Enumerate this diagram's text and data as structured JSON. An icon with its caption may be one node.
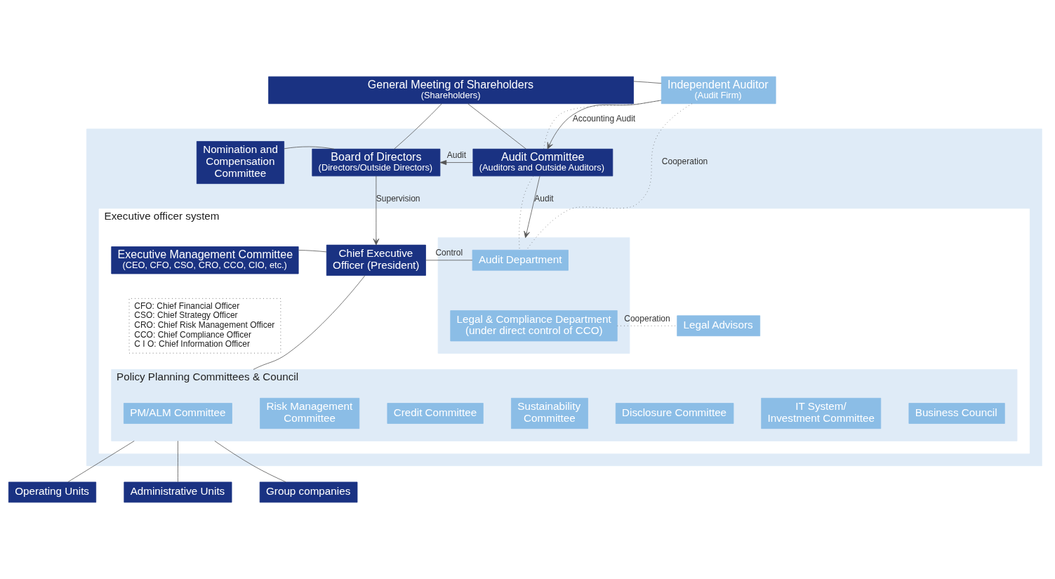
{
  "diagram": {
    "nodes": [
      {
        "text": [
          "General Meeting of Shareholders",
          "(Shareholders)"
        ]
      },
      {
        "text": [],
        "shape": "box"
      },
      {
        "text": [
          "Nomination and Compensation Committee"
        ],
        "in": 1
      },
      {
        "text": [
          "Board of Directors",
          "(Directors/Outside Directors)"
        ],
        "in": 1
      },
      {
        "text": [
          "Audit Committee",
          "(Auditors and Outside Auditors)"
        ],
        "in": 1
      },
      {
        "text": [
          "Independent Auditor",
          "(Audit Firm)"
        ]
      },
      {
        "text": [
          "Executive officer system"
        ],
        "in": 1
      },
      {
        "text": [
          "Executive Management Committee",
          "(CEO, CFO, CSO, CRO, CCO, CIO, etc.)"
        ],
        "in": 6
      },
      {
        "text": [
          "CFO: Chief Financial Officer",
          "CSO: Chief Strategy Officer",
          "CRO: Chief Risk Management Officer",
          "CCO: Chief Compliance Officer",
          "C I O: Chief Information Officer"
        ],
        "in": 6
      },
      {
        "text": [
          "Chief Executive Officer (President)"
        ],
        "in": 6
      },
      {
        "text": [],
        "shape": "box",
        "in": 6
      },
      {
        "text": [
          "Audit Department"
        ],
        "in": 10
      },
      {
        "text": [
          "Legal & Compliance Department (under direct control of CCO)"
        ],
        "in": 10
      },
      {
        "text": [
          "Legal Advisors"
        ],
        "in": 6
      },
      {
        "text": [
          "Policy Planning Committees & Council"
        ],
        "in": 6
      },
      {
        "text": [
          "PM/ALM Committee"
        ],
        "in": 14
      },
      {
        "text": [
          "Risk Management Committee"
        ],
        "in": 14
      },
      {
        "text": [
          "Credit Committee"
        ],
        "in": 14
      },
      {
        "text": [
          "Sustainability Committee"
        ],
        "in": 14
      },
      {
        "text": [
          "Disclosure Committee"
        ],
        "in": 14
      },
      {
        "text": [
          "IT System/ Investment Committee"
        ],
        "in": 14
      },
      {
        "text": [
          "Business Council"
        ],
        "in": 14
      },
      {
        "text": [
          "Operating Units"
        ]
      },
      {
        "text": [
          "Administrative Units"
        ]
      },
      {
        "text": [
          "Group companies"
        ]
      }
    ],
    "edges": [
      {
        "from": 0,
        "to": 3,
        "arrow": "none"
      },
      {
        "from": 0,
        "to": 4,
        "arrow": "none"
      },
      {
        "from": 0,
        "to": 5,
        "arrow": "none"
      },
      {
        "from": 2,
        "to": 3,
        "arrow": "none"
      },
      {
        "from": 4,
        "to": 3,
        "arrow": "to",
        "label": "Audit"
      },
      {
        "from": 5,
        "to": 4,
        "arrow": "to",
        "label": "Accounting Audit"
      },
      {
        "from": 4,
        "to": 5,
        "arrow": "none",
        "style": "dashed"
      },
      {
        "from": 4,
        "to": 11,
        "arrow": "none",
        "style": "dashed"
      },
      {
        "from": 5,
        "to": 11,
        "arrow": "none",
        "style": "dashed",
        "label": "Cooperation"
      },
      {
        "from": 3,
        "to": 9,
        "arrow": "to",
        "label": "Supervision"
      },
      {
        "from": 4,
        "to": 10,
        "arrow": "to",
        "label": "Audit"
      },
      {
        "from": 7,
        "to": 9,
        "arrow": "none"
      },
      {
        "from": 9,
        "to": 11,
        "arrow": "none",
        "label": "Control"
      },
      {
        "from": 12,
        "to": 13,
        "arrow": "none",
        "style": "dashed",
        "label": "Cooperation"
      },
      {
        "from": 9,
        "to": 14,
        "arrow": "none"
      },
      {
        "from": 14,
        "to": 22,
        "arrow": "none"
      },
      {
        "from": 14,
        "to": 23,
        "arrow": "none"
      },
      {
        "from": 14,
        "to": 24,
        "arrow": "none"
      }
    ]
  }
}
